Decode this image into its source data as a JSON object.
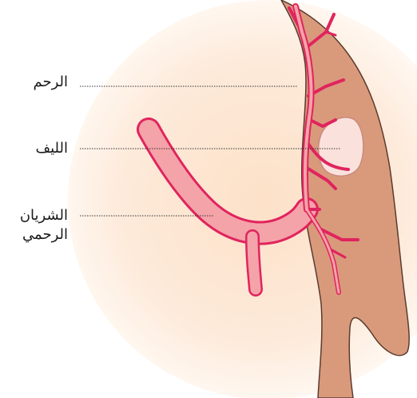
{
  "labels": {
    "uterus": "الرحم",
    "fibroid": "الليف",
    "artery_line1": "الشريان",
    "artery_line2": "الرحمي"
  },
  "colors": {
    "background_glow": "#fde7d3",
    "uterus_tissue": "#d99a7c",
    "uterus_outline": "#5a3b2e",
    "artery_fill": "#f4a3a8",
    "artery_edge": "#e0245e",
    "fibroid_fill": "#fbe1dc",
    "leader_line": "#333333"
  }
}
